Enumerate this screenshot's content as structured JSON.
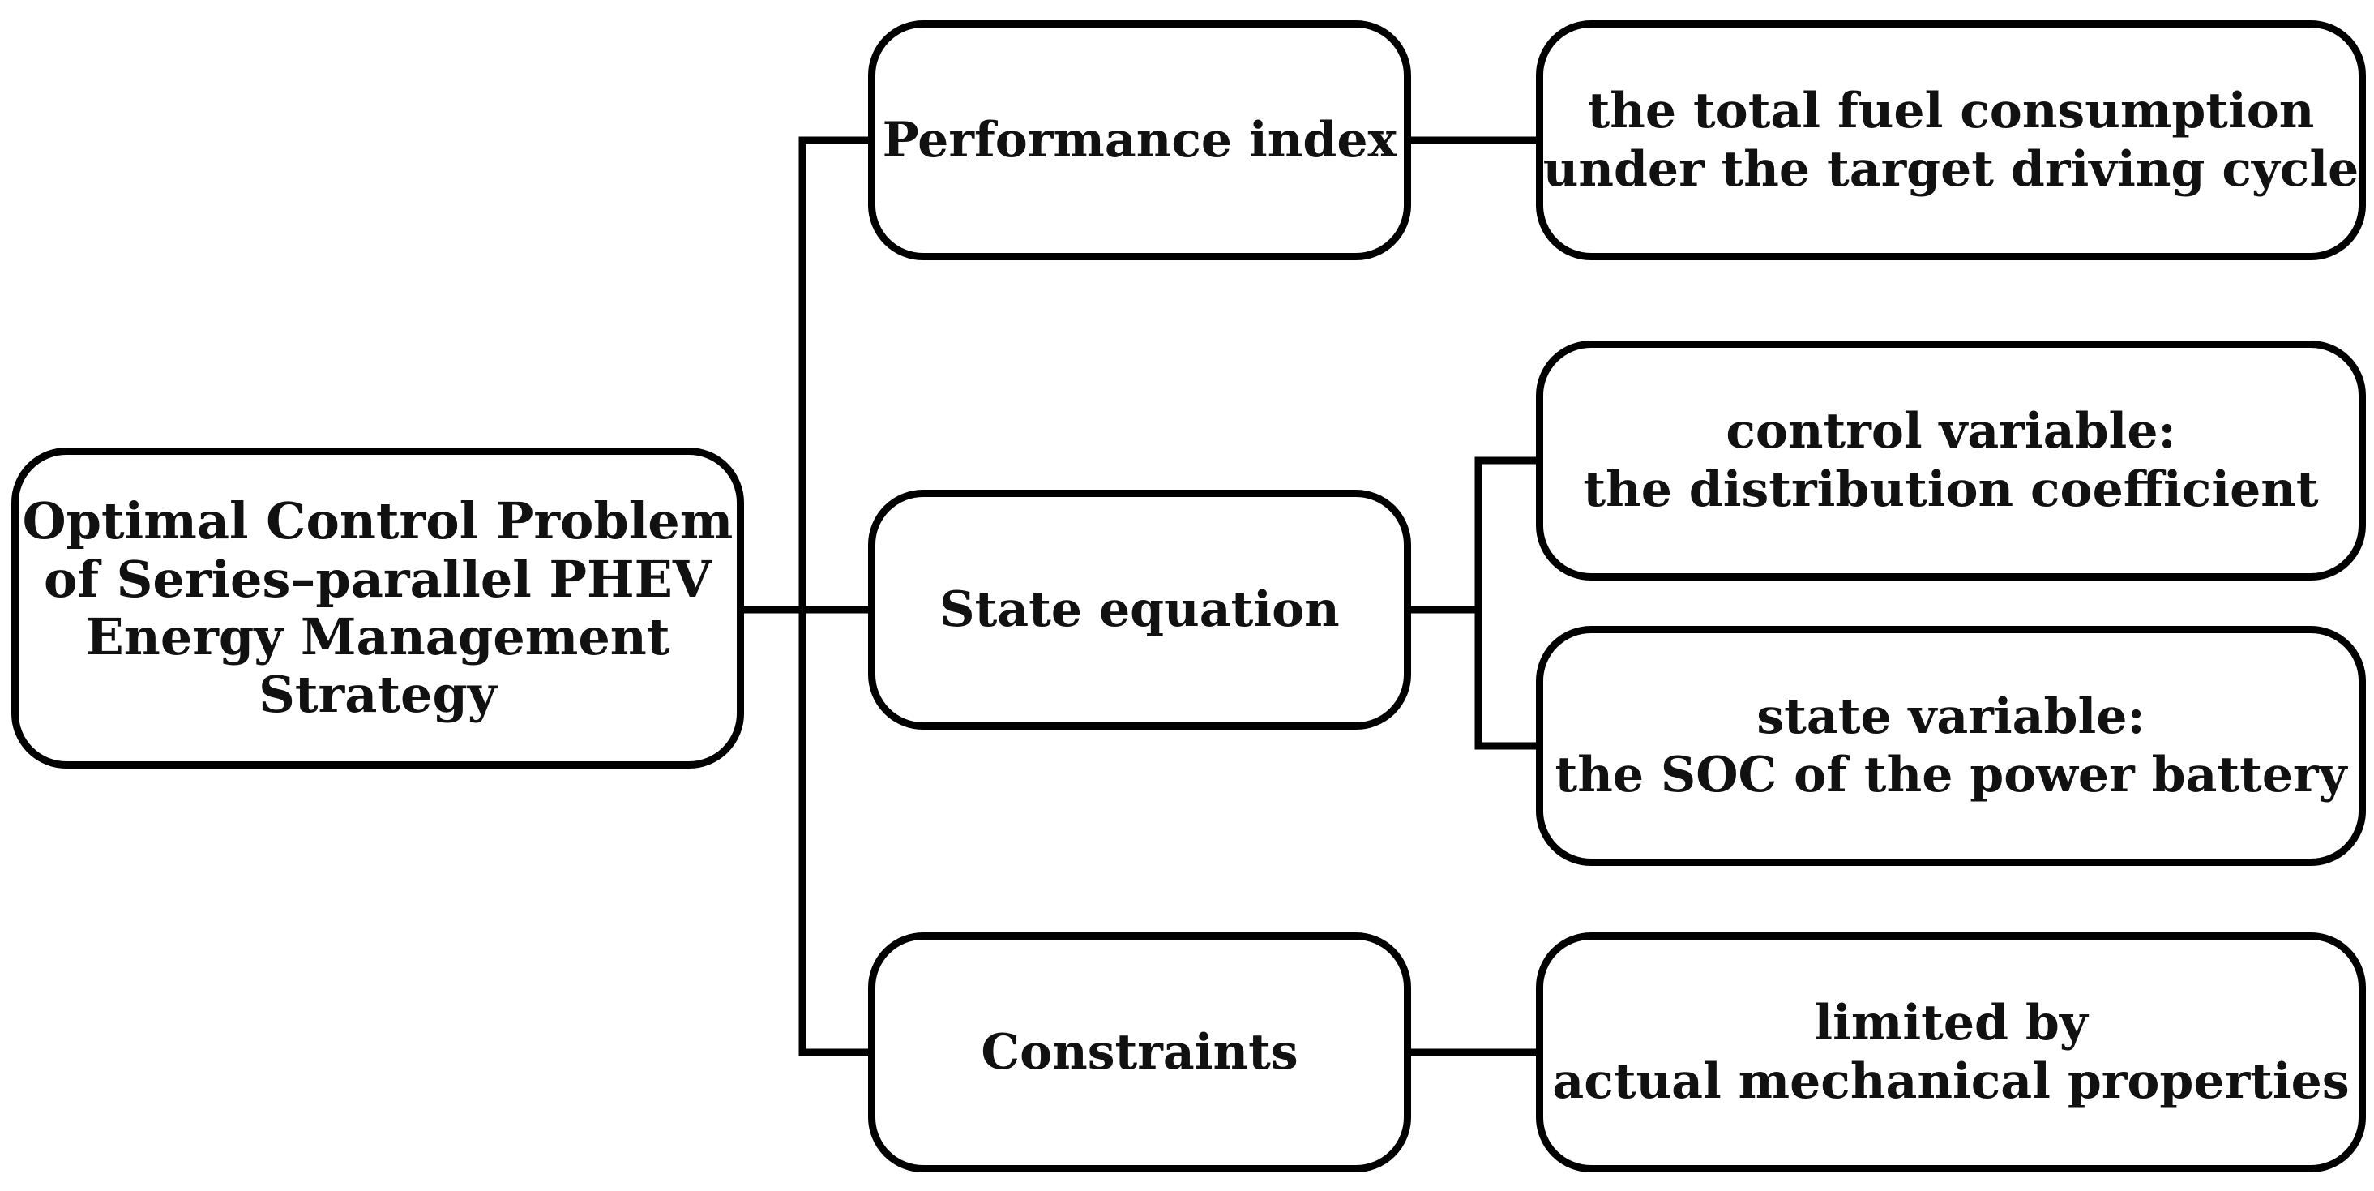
{
  "root": {
    "lines": [
      "Optimal Control Problem",
      "of Series–parallel PHEV",
      "Energy Management",
      "Strategy"
    ]
  },
  "categories": [
    {
      "label": "Performance index"
    },
    {
      "label": "State equation"
    },
    {
      "label": "Constraints"
    }
  ],
  "details": {
    "fuel": [
      "the total fuel consumption",
      "under the target driving cycle"
    ],
    "control": [
      "control variable:",
      "the distribution coefficient"
    ],
    "state": [
      "state variable:",
      "the SOC of the power battery"
    ],
    "limits": [
      "limited by",
      "actual mechanical properties"
    ]
  },
  "colors": {
    "stroke": "#000000",
    "background": "#ffffff",
    "text": "#111111"
  }
}
